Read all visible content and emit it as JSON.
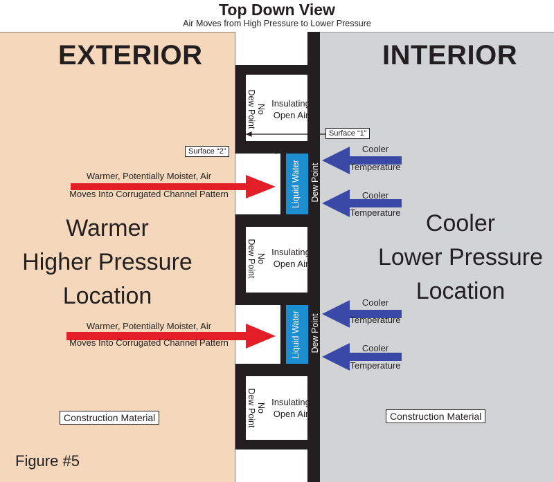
{
  "header": {
    "title": "Top Down View",
    "subtitle": "Air Moves from High Pressure to Lower Pressure"
  },
  "exterior": {
    "heading": "EXTERIOR",
    "location_lines": [
      "Warmer",
      "Higher Pressure",
      "Location"
    ],
    "material_label": "Construction Material",
    "figure_label": "Figure #5"
  },
  "interior": {
    "heading": "INTERIOR",
    "location_lines": [
      "Cooler",
      "Lower Pressure",
      "Location"
    ],
    "material_label": "Construction Material"
  },
  "channels": {
    "insulating": {
      "line1": "Insulating",
      "line2": "Open Air"
    },
    "no_dew_point": {
      "line1": "No",
      "line2": "Dew Point"
    },
    "liquid_water": "Liquid Water",
    "dew_point": "Dew Point",
    "surface1": "Surface “1”",
    "surface2": "Surface “2”"
  },
  "flows": {
    "warm_line1": "Warmer, Potentially Moister, Air",
    "warm_line2": "Moves Into Corrugated Channel Pattern",
    "cool_line1": "Cooler",
    "cool_line2": "Temperature"
  },
  "colors": {
    "exterior_fill": "#f5d8bc",
    "interior_fill": "#d1d3d4",
    "wall": "#231f20",
    "water": "#1b8fd2",
    "warm_arrow": "#e41e26",
    "cool_arrow": "#3a48a6"
  }
}
